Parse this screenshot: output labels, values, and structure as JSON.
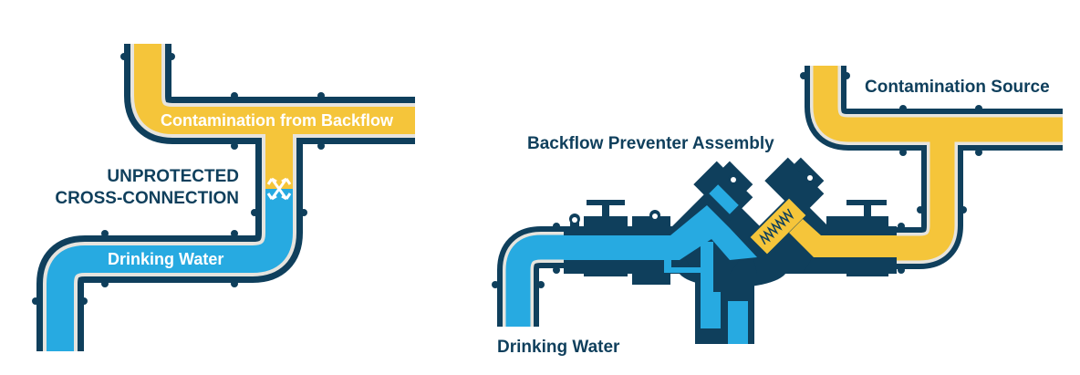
{
  "colors": {
    "pipe_outline": "#0f3f5c",
    "pipe_liner": "#e6e4de",
    "contaminated": "#f5c53a",
    "drinking": "#27aae1"
  },
  "left_diagram": {
    "contamination_label": "Contamination from Backflow",
    "cross_connection_line1": "UNPROTECTED",
    "cross_connection_line2": "CROSS-CONNECTION",
    "drinking_label": "Drinking Water",
    "crossing_icon": "crossing-arrows-icon"
  },
  "right_diagram": {
    "assembly_label": "Backflow Preventer Assembly",
    "source_label": "Contamination Source",
    "drinking_label": "Drinking Water"
  }
}
